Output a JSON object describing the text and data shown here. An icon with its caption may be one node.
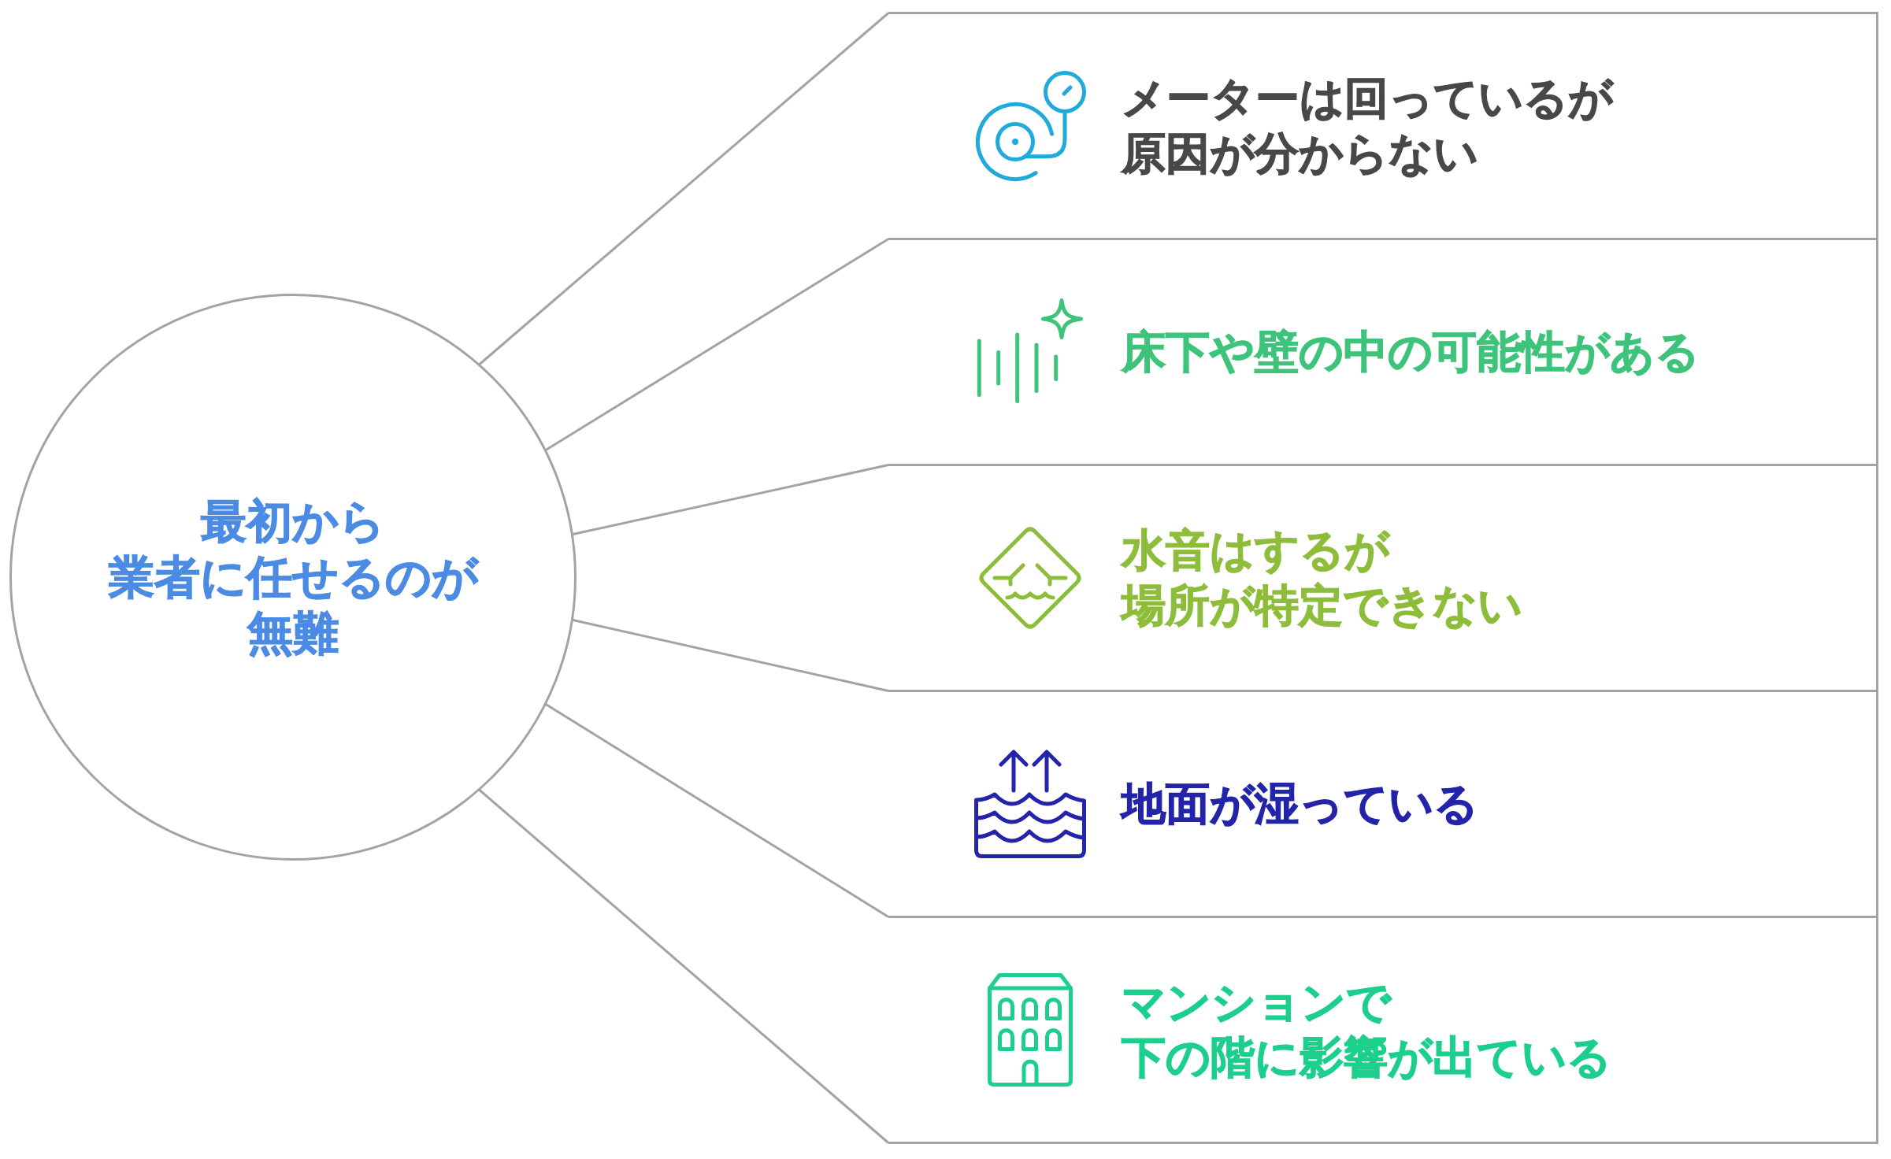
{
  "diagram": {
    "nodes": [
      {
        "text": [
          "最初から業者に任せるのが無難"
        ]
      },
      {
        "text": [
          "メーターは回っているが原因が分からない"
        ]
      },
      {
        "text": [
          "床下や壁の中の可能性がある"
        ]
      },
      {
        "text": [
          "水音はするが場所が特定できない"
        ]
      },
      {
        "text": [
          "地面が湿っている"
        ]
      },
      {
        "text": [
          "マンションで下の階に影響が出ている"
        ]
      }
    ]
  }
}
